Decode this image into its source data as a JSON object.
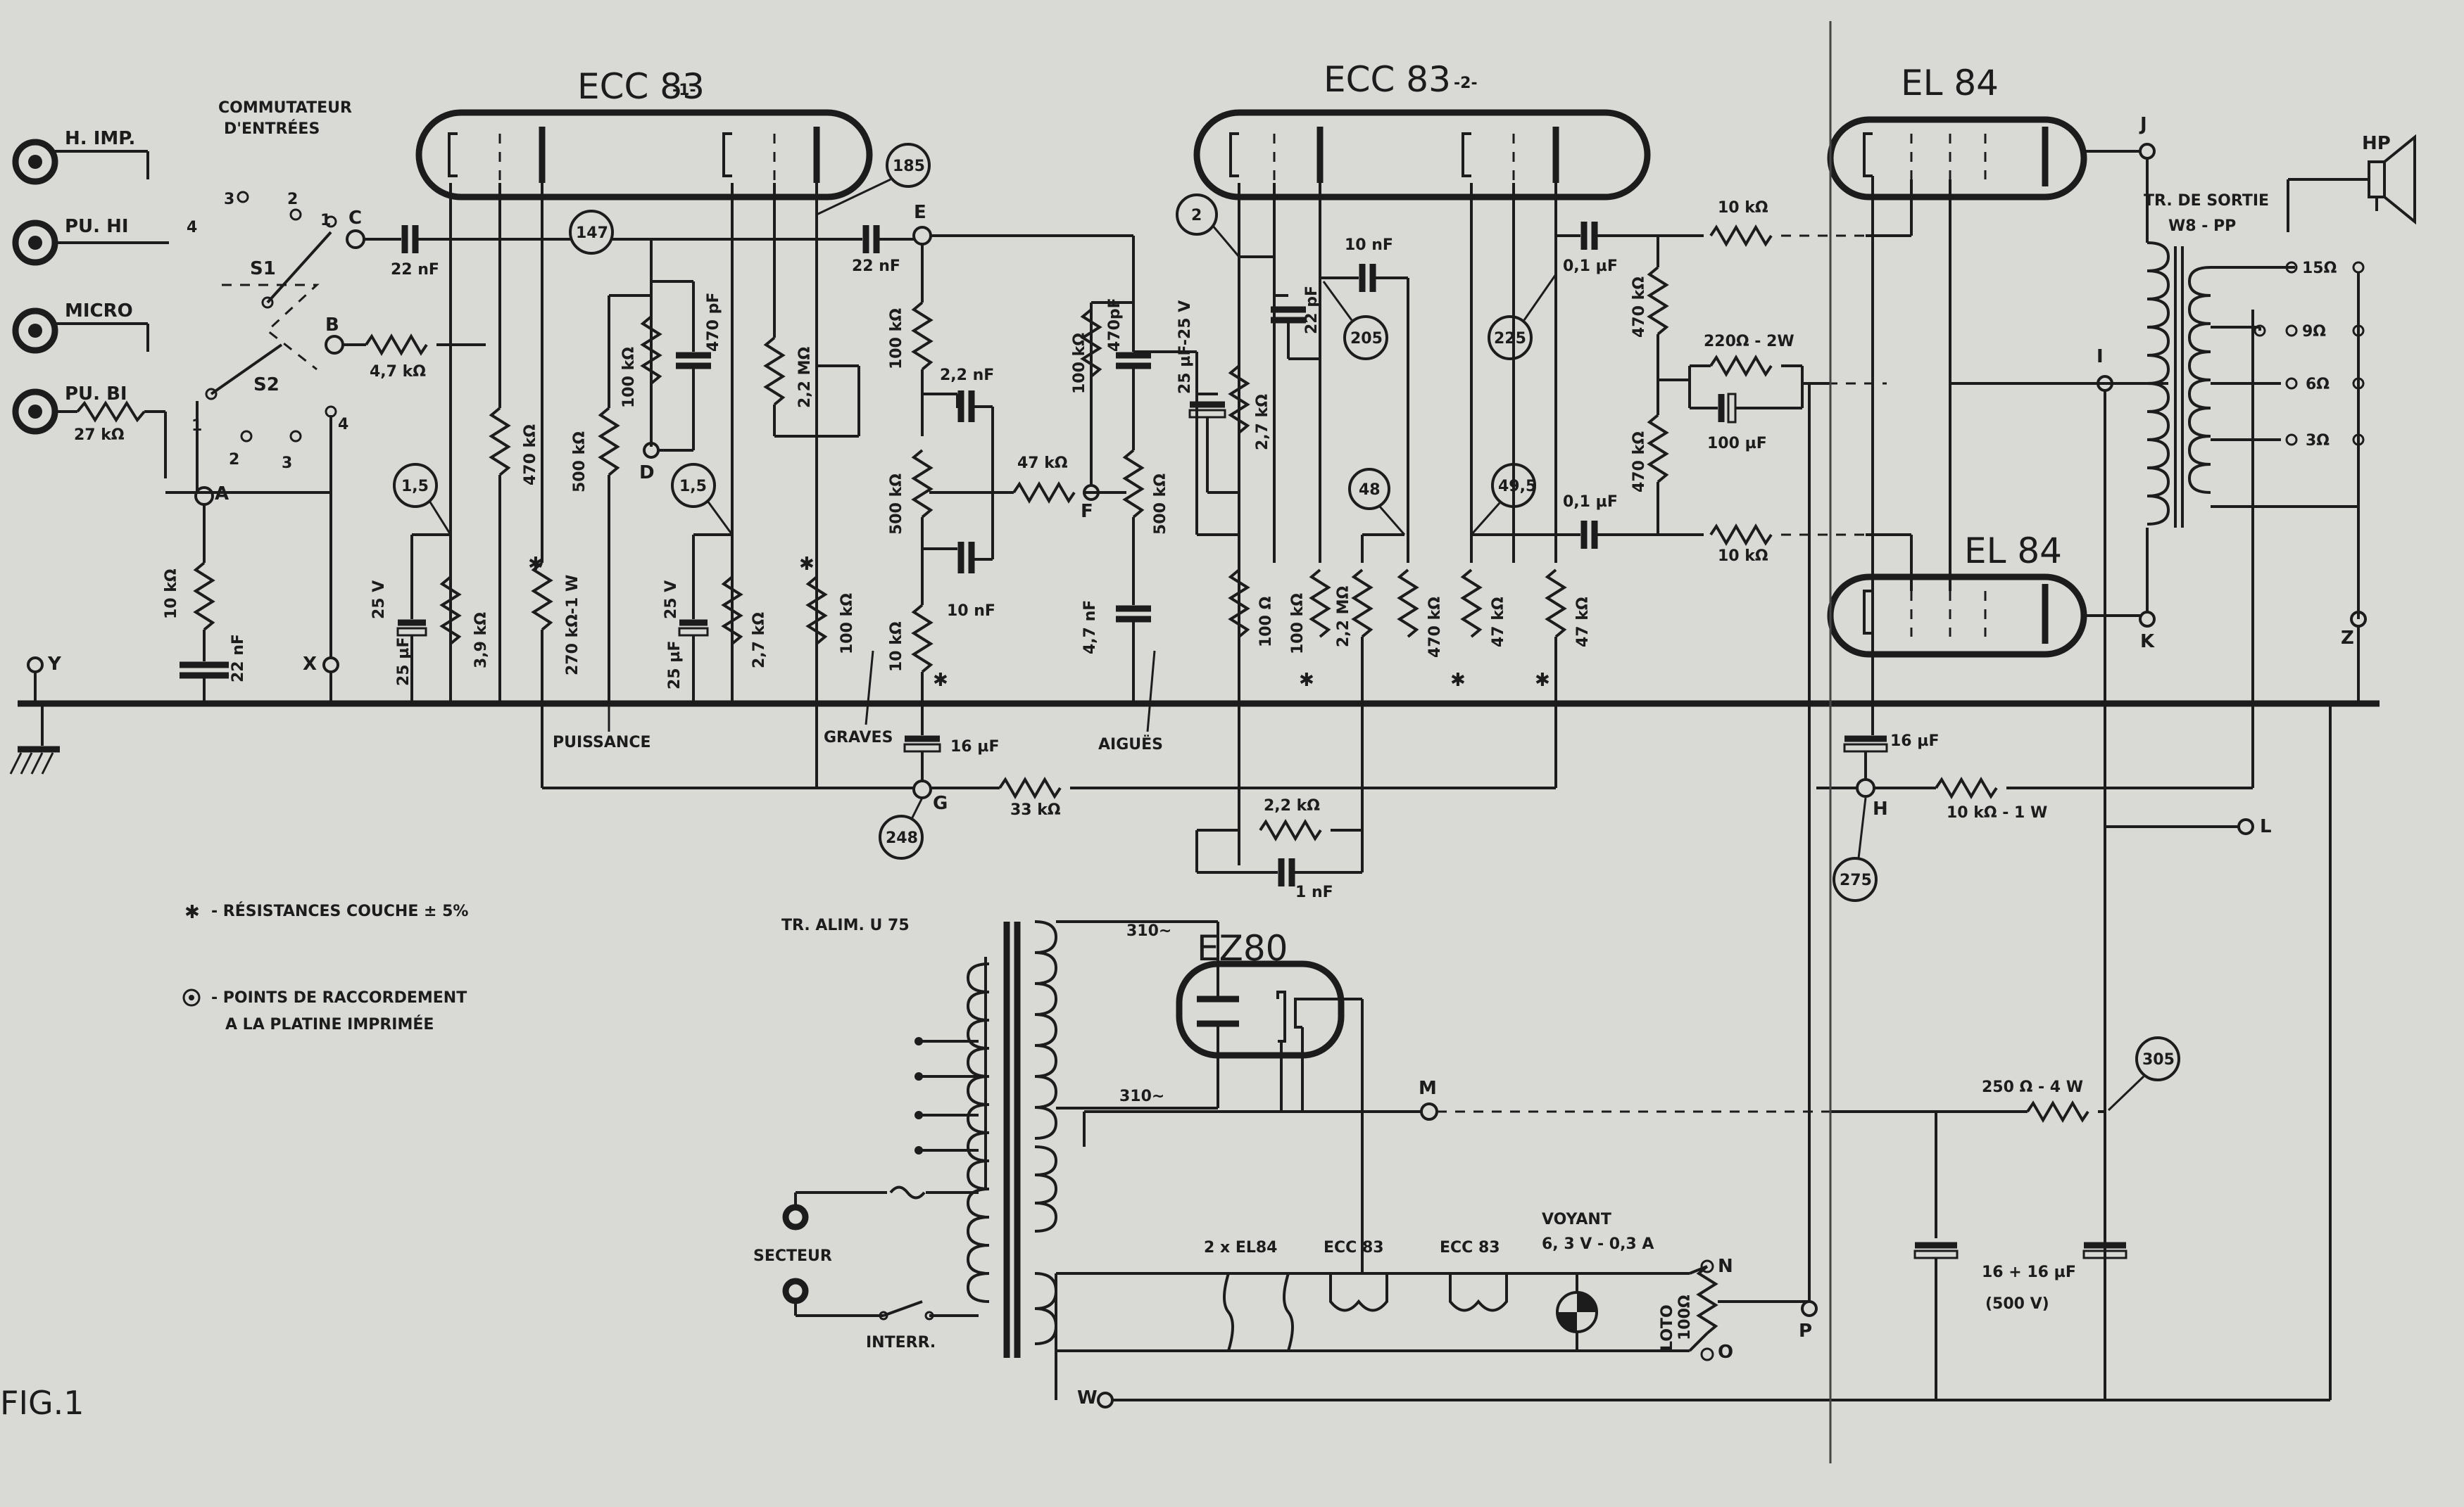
{
  "tubes": {
    "ecc83_1": "ECC 83",
    "ecc83_1_suffix": "-1-",
    "ecc83_2": "ECC 83",
    "ecc83_2_suffix": "-2-",
    "el84_top": "EL 84",
    "el84_bottom": "EL 84",
    "ez80": "EZ80"
  },
  "inputs": {
    "title_line1": "COMMUTATEUR",
    "title_line2": "D'ENTRÉES",
    "h_imp": "H. IMP.",
    "pu_hi": "PU. HI",
    "micro": "MICRO",
    "pu_bi": "PU. BI",
    "s1": "S1",
    "s2": "S2"
  },
  "values": {
    "c22nf_a": "22 nF",
    "c22nf_b": "22 nF",
    "c22nf_c": "22 nF",
    "r4k7": "4,7 kΩ",
    "r27k": "27 kΩ",
    "r10k_a": "10 kΩ",
    "r470k_a": "470 kΩ",
    "r100k_a": "100 kΩ",
    "c470pf_a": "470 pF",
    "r500k_a": "500 kΩ",
    "r2m2_a": "2,2 MΩ",
    "r3k9": "3,9 kΩ",
    "c25uf_a": "25 µF",
    "v25_a": "25 V",
    "r270k": "270 kΩ-1 W",
    "c25uf_b": "25 µF",
    "v25_b": "25 V",
    "r2k7_a": "2,7 kΩ",
    "r100k_b": "100 kΩ",
    "r100k_c": "100 kΩ",
    "c2n2": "2,2 nF",
    "r500k_b": "500 kΩ",
    "c10nf_a": "10 nF",
    "r10k_b": "10 kΩ",
    "r47k_a": "47 kΩ",
    "r100k_d": "100 kΩ",
    "c470pf_b": "470pF",
    "r500k_c": "500 kΩ",
    "c4n7": "4,7 nF",
    "c25uf_25v": "25 µF-25 V",
    "r2k7_b": "2,7 kΩ",
    "c22pf": "22 pF",
    "c10nf_b": "10 nF",
    "r100_a": "100 Ω",
    "r100k_e": "100 kΩ",
    "r2m2_b": "2,2 MΩ",
    "r470k_b": "470 kΩ",
    "r47k_b": "47 kΩ",
    "r47k_c": "47 kΩ",
    "c01uf_a": "0,1 µF",
    "c01uf_b": "0,1 µF",
    "r470k_c": "470 kΩ",
    "r470k_d": "470 kΩ",
    "r10k_c": "10 kΩ",
    "r10k_d": "10 kΩ",
    "r220": "220Ω - 2W",
    "c100uf": "100 µF",
    "c16uf_a": "16 µF",
    "c16uf_b": "16 µF",
    "r33k": "33 kΩ",
    "r2k2": "2,2 kΩ",
    "c1nf": "1 nF",
    "r10k1w": "10 kΩ - 1 W",
    "r250": "250 Ω - 4 W",
    "c16_16": "16 + 16 µF",
    "v500": "(500 V)",
    "puissance": "PUISSANCE",
    "graves": "GRAVES",
    "aigues": "AIGUËS",
    "tr_sortie": "TR. DE SORTIE",
    "w8pp": "W8 - PP",
    "hp": "HP",
    "o15": "15Ω",
    "o9": "9Ω",
    "o6": "6Ω",
    "o3": "3Ω",
    "tr_alim": "TR. ALIM. U 75",
    "v310_a": "310~",
    "v310_b": "310~",
    "secteur": "SECTEUR",
    "interr": "INTERR.",
    "x2el84": "2 x EL84",
    "ecc83_f1": "ECC 83",
    "ecc83_f2": "ECC 83",
    "voyant": "VOYANT",
    "voyant_v": "6, 3 V - 0,3 A",
    "loto": "LOTO",
    "loto_v": "100Ω"
  },
  "points": [
    "A",
    "B",
    "C",
    "D",
    "E",
    "F",
    "G",
    "H",
    "I",
    "J",
    "K",
    "L",
    "M",
    "N",
    "O",
    "P",
    "W",
    "X",
    "Y",
    "Z"
  ],
  "circles": [
    "147",
    "185",
    "1,5",
    "1,5",
    "2",
    "205",
    "225",
    "48",
    "49,5",
    "248",
    "275",
    "305"
  ],
  "switch_pos": [
    "1",
    "2",
    "3",
    "4",
    "1",
    "2",
    "3",
    "4"
  ],
  "legend": {
    "star": "✱",
    "line1": "- RÉSISTANCES COUCHE ± 5%",
    "line2a": "- POINTS DE RACCORDEMENT",
    "line2b": "A LA PLATINE IMPRIMÉE"
  },
  "fig": "FIG.1"
}
